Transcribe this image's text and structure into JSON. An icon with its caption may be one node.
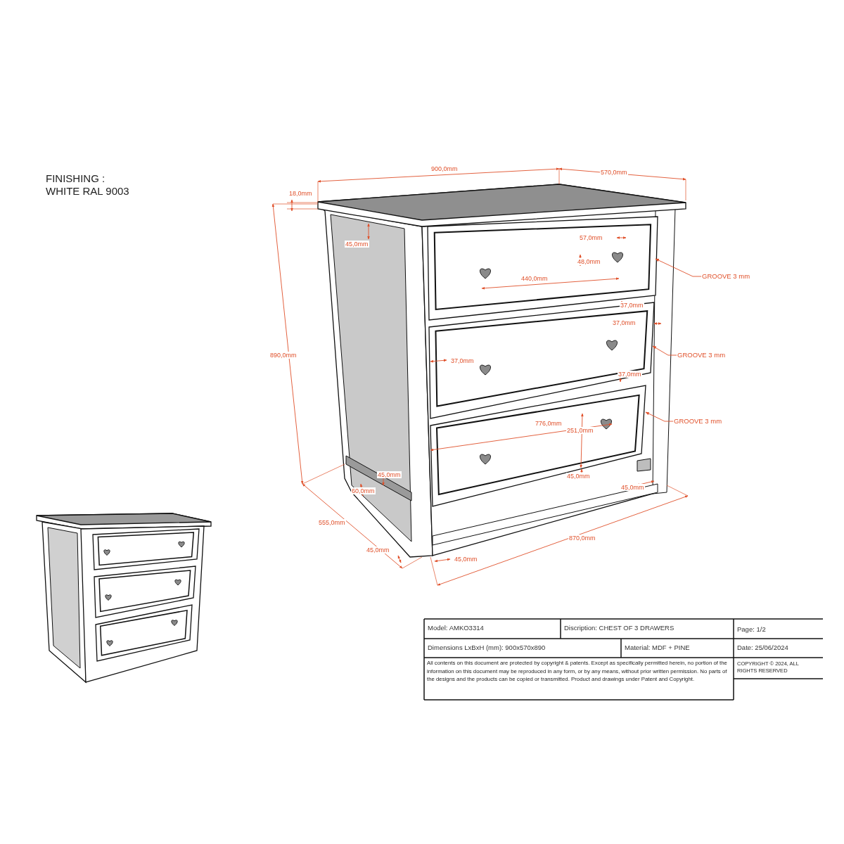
{
  "diagram": {
    "nodes": [
      {
        "text": [
          "GROOVE 3 mm"
        ]
      },
      {
        "text": [
          "GROOVE 3 mm"
        ]
      },
      {
        "text": [
          "GROOVE 3 mm"
        ]
      }
    ],
    "edges": [
      {
        "from": 0,
        "to": null,
        "arrow": "to"
      },
      {
        "from": 1,
        "to": null,
        "arrow": "to"
      },
      {
        "from": 2,
        "to": null,
        "arrow": "to"
      }
    ],
    "labels": [
      "FINISHING : WHITE RAL 9003",
      "900,0mm",
      "570,0mm",
      "18,0mm",
      "57,0mm",
      "45,0mm",
      "48,0mm",
      "440,0mm",
      "37,0mm",
      "37,0mm",
      "890,0mm",
      "37,0mm",
      "37,0mm",
      "776,0mm",
      "251,0mm",
      "45,0mm",
      "45,0mm",
      "45,0mm",
      "60,0mm",
      "555,0mm",
      "870,0mm",
      "45,0mm",
      "45,0mm",
      "Model: AMKO3314",
      "Discription: CHEST OF 3 DRAWERS",
      "Page: 1/2",
      "Dimensions LxBxH (mm): 900x570x890",
      "Material: MDF + PINE",
      "Date: 25/06/2024",
      "All contents on this document are protected by copyright & patents. Except as specifically permitted herein, no portion of the information on this document may be reproduced in any form, or by any means, without prior written permission. No parts of the designs and the products can be copied or transmitted. Product and drawings under Patent and Copyright.",
      "COPYRIGHT © 2024, ALL RIGHTS RESERVED"
    ]
  }
}
